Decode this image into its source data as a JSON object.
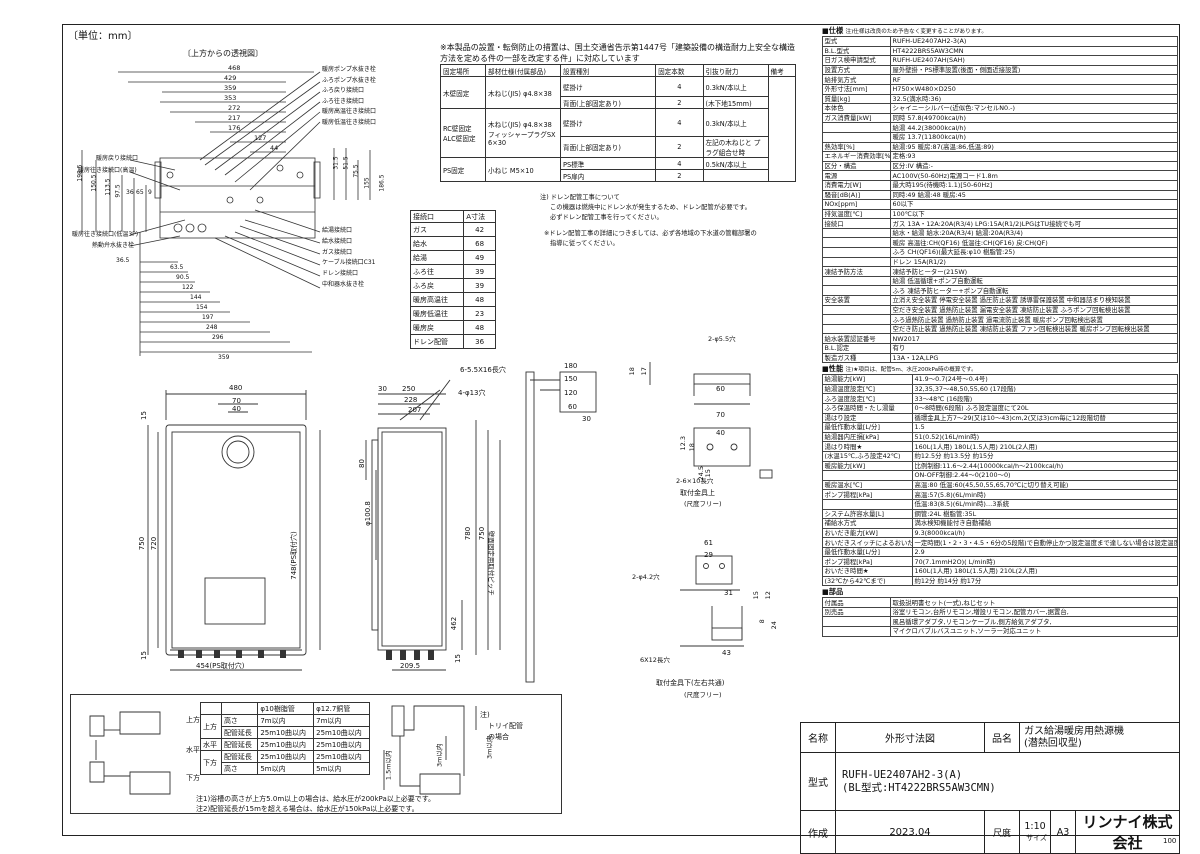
{
  "unit_label": "〔単位：mm〕",
  "top_view": {
    "caption": "〔上方からの透視図〕",
    "dims_top": [
      "468",
      "429",
      "359",
      "353",
      "272",
      "217",
      "176",
      "127",
      "44"
    ],
    "dims_left": [
      "198.5",
      "150.5",
      "113.5",
      "97.5",
      "36",
      "65",
      "9"
    ],
    "dims_right": [
      "31.5",
      "51.5",
      "75.5",
      "155",
      "186.5"
    ],
    "dims_bottom_left": [
      "36.5",
      "63.5",
      "90.5",
      "122",
      "144",
      "154",
      "197",
      "248",
      "296",
      "359"
    ],
    "callouts_right": [
      "暖房ポンプ水抜き栓",
      "ふろポンプ水抜き栓",
      "ふろ戻り接続口",
      "ふろ往き接続口",
      "暖房高温往き接続口",
      "暖房低温往き接続口",
      "給湯接続口",
      "給水接続口",
      "ガス接続口",
      "ケーブル接続口C31",
      "ドレン接続口",
      "中和器水抜き栓"
    ],
    "callouts_left": [
      "暖房戻り接続口",
      "暖房往き接続口(高温)",
      "暖房往き接続口(低温3P)",
      "熱動弁水抜き栓"
    ]
  },
  "install_note": "※本製品の設置・転倒防止の措置は、国土交通省告示第1447号「建築設備の構造耐力上安全な構造方法を定める件の一部を改定する件」に対応しています",
  "fix_table": {
    "headers": [
      "固定場所",
      "部材仕様(付属部品)",
      "設置種別",
      "固定本数",
      "引抜り耐力",
      "備考"
    ],
    "rows": [
      [
        "木壁固定",
        "木ねじ(JIS) φ4.8×38",
        "壁掛け",
        "4",
        "0.3kN/本以上",
        ""
      ],
      [
        "",
        "",
        "背面(上部固定あり)",
        "2",
        "(木下地15mm)",
        ""
      ],
      [
        "RC壁固定 ALC壁固定",
        "木ねじ(JIS) φ4.8×38 フィッシャープラグSX 6×30",
        "壁掛け",
        "4",
        "0.3kN/本以上",
        ""
      ],
      [
        "",
        "",
        "背面(上部固定あり)",
        "2",
        "左記の木ねじと プラグ組合せ時",
        ""
      ],
      [
        "PS固定",
        "小ねじ M5×10",
        "PS標準",
        "4",
        "0.5kN/本以上",
        ""
      ],
      [
        "",
        "",
        "PS扉内",
        "2",
        "",
        ""
      ]
    ]
  },
  "drain_note": [
    "注) ドレン配管工事について",
    "この機器は燃焼中にドレン水が発生するため、ドレン配管が必要です。",
    "必ずドレン配管工事を行ってください。",
    "※ドレン配管工事の詳細につきましては、必ず各地域の下水道の管轄部署の",
    "指導に従ってください。"
  ],
  "a_table": {
    "headers": [
      "接続口",
      "A寸法"
    ],
    "rows": [
      [
        "ガス",
        "42"
      ],
      [
        "給水",
        "68"
      ],
      [
        "給湯",
        "49"
      ],
      [
        "ふろ往",
        "39"
      ],
      [
        "ふろ戻",
        "39"
      ],
      [
        "暖房高温往",
        "48"
      ],
      [
        "暖房低温往",
        "23"
      ],
      [
        "暖房戻",
        "48"
      ],
      [
        "ドレン配管",
        "36"
      ]
    ]
  },
  "front_view": {
    "dims": [
      "480",
      "70",
      "40",
      "15",
      "750",
      "720",
      "454(PS取付穴)",
      "15"
    ]
  },
  "side_view": {
    "dims": [
      "30",
      "250",
      "228",
      "207",
      "80",
      "φ100.8",
      "780",
      "750",
      "748(PS取付穴)",
      "209.5",
      "462",
      "15"
    ],
    "labels": [
      "6-5.5X16長穴",
      "4-φ13穴",
      "壁面固定用取付ピッチ"
    ]
  },
  "bracket_top": {
    "dims": [
      "180",
      "150",
      "120",
      "60",
      "30",
      "18",
      "17",
      "2-φ5.5穴",
      "60",
      "70",
      "40",
      "12.3",
      "18",
      "24.5",
      "15",
      "2-6×10長穴"
    ],
    "caption": [
      "取付金具上",
      "(尺度フリー)"
    ]
  },
  "bracket_bottom": {
    "dims": [
      "61",
      "29",
      "2-φ4.2穴",
      "31",
      "15",
      "12",
      "6X12長穴",
      "43",
      "8",
      "24"
    ],
    "caption": [
      "取付金具下(左右共通)",
      "(尺度フリー)"
    ]
  },
  "pipe_table": {
    "headers": [
      "",
      "",
      "φ10樹脂管",
      "φ12.7銅管"
    ],
    "rows": [
      [
        "上方",
        "高さ",
        "7m以内",
        "7m以内"
      ],
      [
        "",
        "配管延長",
        "25m10曲以内",
        "25m10曲以内"
      ],
      [
        "水平",
        "配管延長",
        "25m10曲以内",
        "25m10曲以内"
      ],
      [
        "下方",
        "配管延長",
        "25m10曲以内",
        "25m10曲以内"
      ],
      [
        "",
        "高さ",
        "5m以内",
        "5m以内"
      ]
    ],
    "notes": [
      "注1)浴槽の高さが上方5.0m以上の場合は、給水圧が200kPa以上必要です。",
      "注2)配管延長が15mを超える場合は、給水圧が150kPa以上必要です。"
    ],
    "side_labels": [
      "上方",
      "水平",
      "下方"
    ],
    "trough_note": [
      "注)",
      "トリイ配管",
      "の場合"
    ],
    "heights": [
      "3m以内",
      "1.5m以内",
      "3m以内"
    ]
  },
  "spec": {
    "header": "■仕様",
    "header_note": "注)仕様は改良のため予告なく変更することがあります。",
    "rows": [
      [
        "型式",
        "RUFH-UE2407AH2-3(A)"
      ],
      [
        "B.L.型式",
        "HT4222BRS5AW3CMN"
      ],
      [
        "日ガス検申請型式",
        "RUFH-UE2407AH(SAH)"
      ],
      [
        "設置方式",
        "屋外壁掛・PS標準設置(後面・側面近接設置)"
      ],
      [
        "給排気方式",
        "RF"
      ],
      [
        "外形寸法[mm]",
        "H750×W480×D250"
      ],
      [
        "質量[kg]",
        "32.5(満水時:36)"
      ],
      [
        "本体色",
        "シャイニーシルバー(近似色:マンセルN0.-)"
      ],
      [
        "ガス消費量[kW]",
        "同時 57.8(49700kcal/h)"
      ],
      [
        "",
        "給湯 44.2(38000kcal/h)"
      ],
      [
        "",
        "暖房 13.7(11800kcal/h)"
      ],
      [
        "熱効率[%]",
        "給湯:95 暖房:87(高温:86,低温:89)"
      ],
      [
        "エネルギー消費効率[%]",
        "定格:93"
      ],
      [
        "区分・構造",
        "区分:IV 構造:-"
      ],
      [
        "電源",
        "AC100V(50-60Hz)電源コード1.8m"
      ],
      [
        "消費電力[W]",
        "最大時195(待機時:1.1)[50-60Hz]"
      ],
      [
        "騒音[dB(A)]",
        "同時:49 給湯:48 暖房:45"
      ],
      [
        "NOx[ppm]",
        "60以下"
      ],
      [
        "排気温度[℃]",
        "100℃以下"
      ],
      [
        "接続口",
        "ガス 13A・12A:20A(R3/4) LPG:15A(R1/2)LPGはTU接続でも可"
      ],
      [
        "",
        "給水・給湯 給水:20A(R3/4) 給湯:20A(R3/4)"
      ],
      [
        "",
        "暖房 高温往:CH(QF16) 低温往:CH(QF16) 戻:CH(QF)"
      ],
      [
        "",
        "ふろ CH(QF16)(最大延長:φ10 樹脂管:25)"
      ],
      [
        "",
        "ドレン 15A(R1/2)"
      ],
      [
        "凍結予防方法",
        "凍結予防ヒーター(215W)"
      ],
      [
        "",
        "給湯 低温循環+ポンプ自動運転"
      ],
      [
        "",
        "ふろ 凍結予防ヒーター+ポンプ自動運転"
      ],
      [
        "安全装置",
        "立消え安全装置 停電安全装置 過圧防止装置 誘導雷保護装置 中和器詰まり検知装置"
      ],
      [
        "",
        "空だき安全装置 過熱防止装置 漏電安全装置 凍結防止装置 ふろポンプ回転検出装置"
      ],
      [
        "",
        "ふろ過熱防止装置 過熱防止装置 過電流防止装置 暖房ポンプ回転検出装置"
      ],
      [
        "",
        "空だき防止装置 過熱防止装置 凍結防止装置 ファン回転検出装置 暖房ポンプ回転検出装置"
      ],
      [
        "給水装置認証番号",
        "NW2017"
      ],
      [
        "B.L.認定",
        "有り"
      ],
      [
        "製造ガス種",
        "13A・12A,LPG"
      ]
    ],
    "perf_header": "■性能",
    "perf_note": "注)★項目は、配管5m、水圧200kPa時の概算です。",
    "perf_rows": [
      [
        "給湯能力[kW]",
        "41.9〜0.7(24号〜0.4号)"
      ],
      [
        "給湯温度設定[℃]",
        "32,35,37〜48,50,55,60 (17段階)"
      ],
      [
        "ふろ温度設定[℃]",
        "33〜48℃ (16段階)"
      ],
      [
        "ふろ保温時間・たし湯量",
        "0〜8時間(6段階) ふろ設定温度にて20L"
      ],
      [
        "湯はり設定",
        "循環金具上方7〜29(又は10〜43)cm,2(又は3)cm毎に12段階切替"
      ],
      [
        "最低作動水量[L/分]",
        "1.5"
      ],
      [
        "給湯器内圧損[kPa]",
        "51(0.52)(16L/min時)"
      ],
      [
        "湯はり時間★",
        "160L(1人用) 180L(1.5人用) 210L(2人用)"
      ],
      [
        "(水温15℃,ふろ設定42℃)",
        "約12.5分 約13.5分 約15分"
      ],
      [
        "暖房能力[kW]",
        "比例制御:11.6〜2.44(10000kcal/h〜2100kcal/h)"
      ],
      [
        "",
        "ON-OFF制御:2.44〜0(2100〜0)"
      ],
      [
        "暖房温水[℃]",
        "高温:80 低温:60(45,50,55,65,70℃に切り替え可能)"
      ],
      [
        "ポンプ揚程[kPa]",
        "高温:57(5.8)(6L/min時)"
      ],
      [
        "",
        "低温:83(8.5)(6L/min時)…3系統"
      ],
      [
        "システム許容水量[L]",
        "鋼管:24L 樹脂管:35L"
      ],
      [
        "補給水方式",
        "満水検知機能付き自動補給"
      ],
      [
        "おいだき能力[kW]",
        "9.3(8000kcal/h)"
      ],
      [
        "おいだきスイッチによるおいだき",
        "一定時間(1・2・3・4.5・6分の5段階)で自動停止かつ設定温度まで達しない場合は設定温度にて自動停止"
      ],
      [
        "最低作動水量[L/分]",
        "2.9"
      ],
      [
        "ポンプ揚程[kPa]",
        "70(7.1mmH2O)( L/min時)"
      ],
      [
        "おいだき時間★",
        "160L(1人用) 180L(1.5人用) 210L(2人用)"
      ],
      [
        "(32℃から42℃まで)",
        "約12分 約14分 約17分"
      ]
    ],
    "parts_header": "■部品",
    "parts_rows": [
      [
        "付属品",
        "取扱説明書セット(一式),ねじセット"
      ],
      [
        "別売品",
        "浴室リモコン,台所リモコン,増設リモコン,配管カバー,据置台,"
      ],
      [
        "",
        "風呂循環アダプタ,リモコンケーブル,側方給気アダプタ,"
      ],
      [
        "",
        "マイクロバブルバスユニット,ソーラー対応ユニット"
      ]
    ]
  },
  "title_block": {
    "name_label": "名称",
    "name_value": "外形寸法図",
    "product_label": "品名",
    "product_value": "ガス給湯暖房用熱源機",
    "product_value2": "(潜熱回収型)",
    "model_label": "型式",
    "model_value": "RUFH-UE2407AH2-3(A)",
    "model_value2": "(BL型式:HT4222BRS5AW3CMN)",
    "made_label": "作成",
    "made_value": "2023.04",
    "scale_label": "尺度",
    "scale_value": "1:10",
    "size_label": "サイズ",
    "size_value": "A3",
    "company": "リンナイ株式会社"
  },
  "page_number": "100"
}
